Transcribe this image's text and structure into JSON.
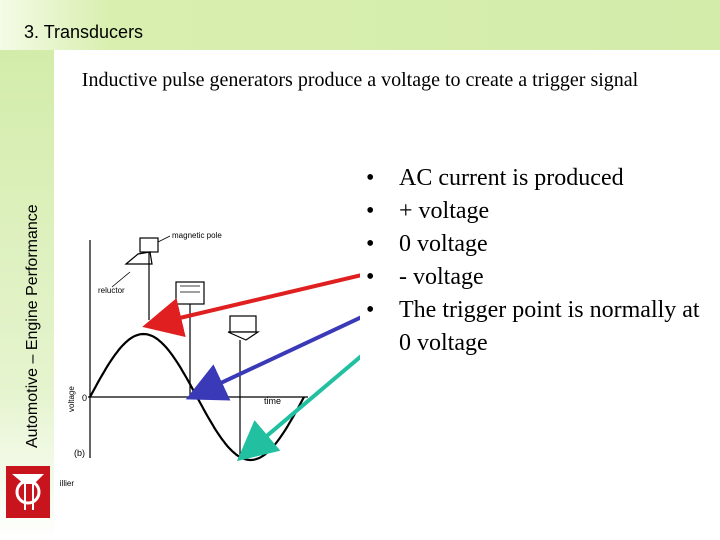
{
  "header": {
    "title": "3. Transducers"
  },
  "sidebar": {
    "label": "Automotive – Engine Performance"
  },
  "headline": "Inductive pulse generators produce a voltage to create a trigger signal",
  "diagram": {
    "labels": {
      "magnetic_pole": "magnetic pole",
      "reluctor": "reluctor",
      "voltage": "voltage",
      "time": "time",
      "zero": "0",
      "panel": "(b)",
      "credit": "Hillier"
    },
    "arrow_colors": {
      "red": "#e02020",
      "blue": "#3a3ab8",
      "teal": "#20c0a0"
    }
  },
  "bullets": [
    "AC current is produced",
    "+ voltage",
    "0 voltage",
    "- voltage",
    "The trigger point is normally at 0 voltage"
  ]
}
